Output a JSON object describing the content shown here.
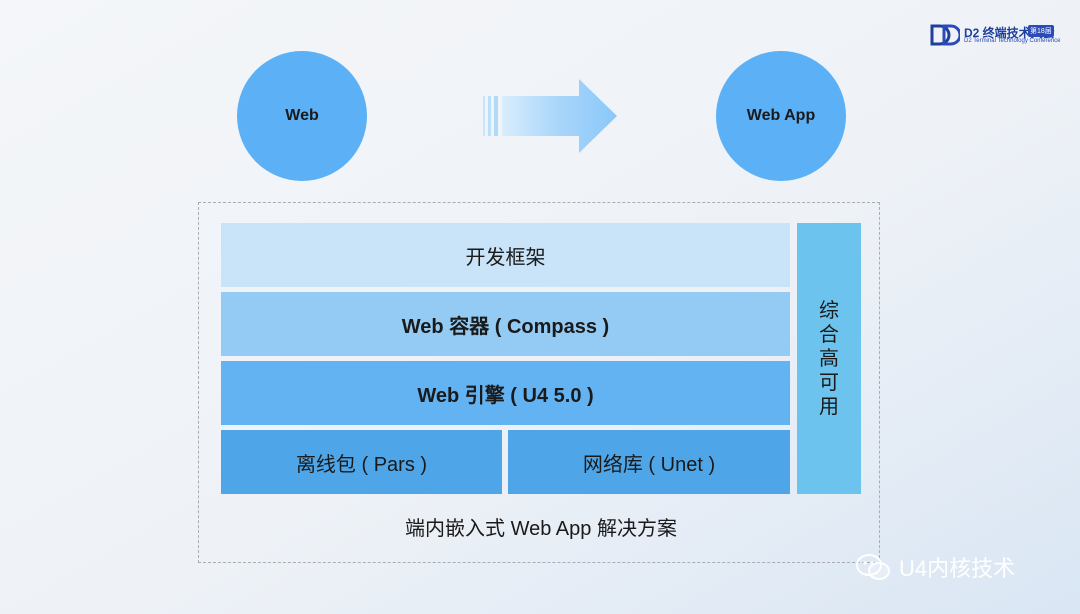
{
  "logo": {
    "title": "D2 终端技术大会",
    "badge": "第18届",
    "subtitle": "D2 Terminal Technology Conference"
  },
  "flow": {
    "left_circle": "Web",
    "right_circle": "Web App",
    "arrow_icon": "right-arrow-icon"
  },
  "stack": {
    "framework": "开发框架",
    "container": "Web 容器 ( Compass )",
    "engine": "Web 引擎 ( U4 5.0 )",
    "offline_pkg": "离线包 ( Pars )",
    "network_lib": "网络库 ( Unet )",
    "side": "综合高可用"
  },
  "caption": "端内嵌入式 Web App 解决方案",
  "watermark": "U4内核技术",
  "colors": {
    "circle": "#5bb0f6",
    "framework": "#c9e4f9",
    "container": "#93cbf5",
    "engine": "#63b3f3",
    "bottom": "#4ea6e8",
    "side": "#6cc3ee",
    "logo": "#1f3f9e"
  }
}
